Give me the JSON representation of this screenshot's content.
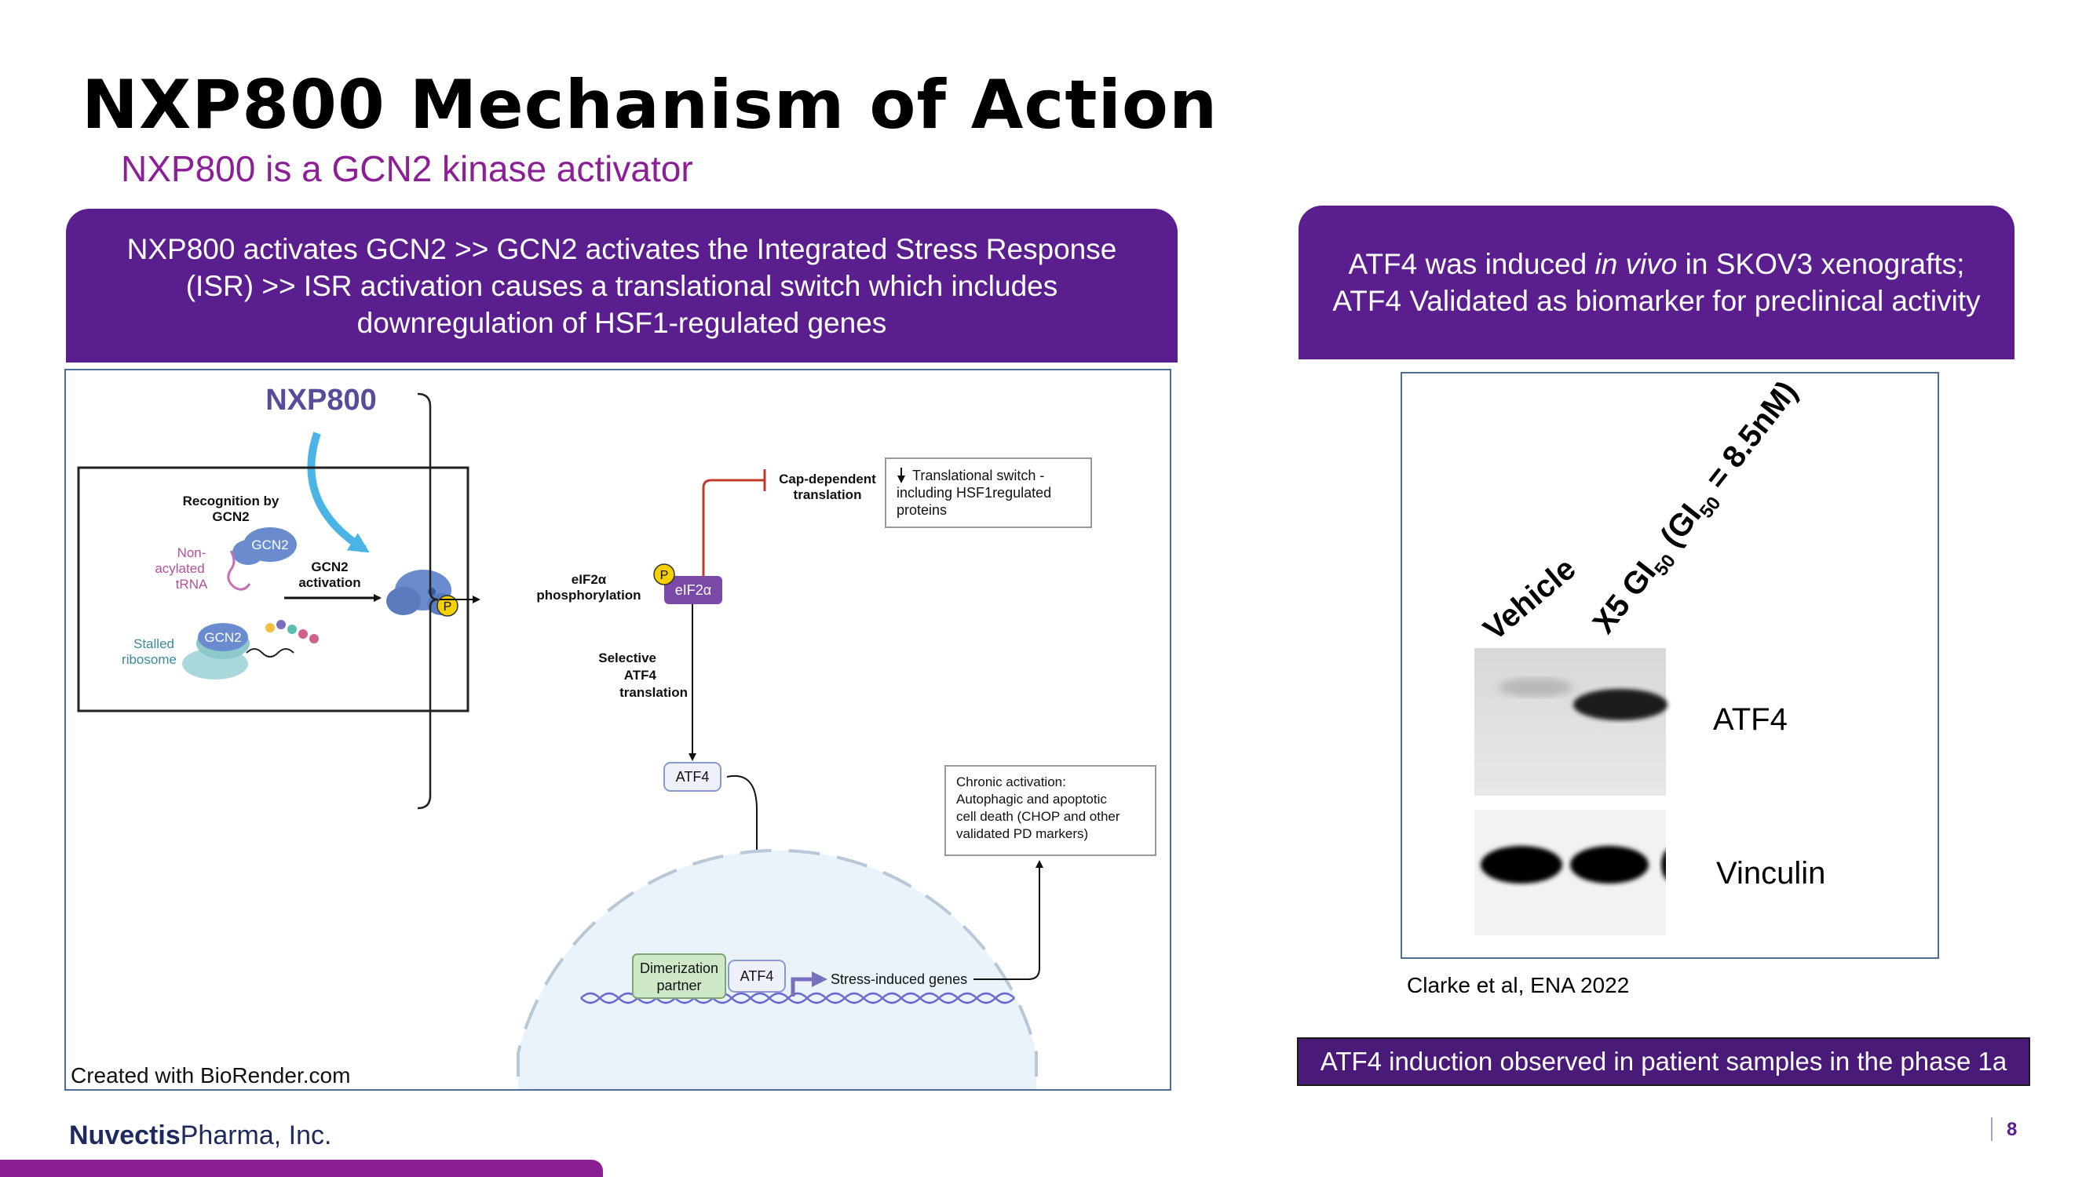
{
  "header": {
    "title": "NXP800 Mechanism of Action",
    "subtitle": "NXP800 is a GCN2 kinase activator"
  },
  "left_banner": {
    "line1": "NXP800 activates GCN2 >> GCN2 activates the Integrated Stress Response",
    "line2": "(ISR) >> ISR activation causes a translational switch which includes",
    "line3": "downregulation of HSF1-regulated genes"
  },
  "right_banner": {
    "line1_a": "ATF4 was induced ",
    "line1_em": "in vivo",
    "line1_b": " in SKOV3 xenografts;",
    "line2": "ATF4 Validated as biomarker for preclinical activity"
  },
  "diagram": {
    "drug": "NXP800",
    "recognition": [
      "Recognition by",
      "GCN2"
    ],
    "gcn2": "GCN2",
    "non_acylated": [
      "Non-",
      "acylated",
      "tRNA"
    ],
    "gcn2_activation": [
      "GCN2",
      "activation"
    ],
    "phospho": "P",
    "stalled_ribosome": [
      "Stalled",
      "ribosome"
    ],
    "eif2a_phosphorylation": [
      "eIF2α",
      "phosphorylation"
    ],
    "eif2a": "eIF2α",
    "cap_dependent": [
      "Cap-dependent",
      "translation"
    ],
    "translational_switch": [
      "Translational switch -",
      "including HSF1regulated",
      "proteins"
    ],
    "selective_atf4": [
      "Selective",
      "ATF4",
      "translation"
    ],
    "atf4": "ATF4",
    "chronic_activation": [
      "Chronic activation:",
      "Autophagic and apoptotic",
      "cell death (CHOP and other",
      "validated PD markers)"
    ],
    "dimerization_partner": [
      "Dimerization",
      "partner"
    ],
    "stress_induced_genes": "Stress-induced genes",
    "credit": "Created with BioRender.com"
  },
  "blot": {
    "lane_vehicle": "Vehicle",
    "lane_x5_prefix": "X5 GI",
    "lane_x5_sub1": "50",
    "lane_x5_mid": " (GI",
    "lane_x5_sub2": "50",
    "lane_x5_suffix": " = 8.5nM)",
    "band_atf4": "ATF4",
    "band_vinculin": "Vinculin"
  },
  "citation": "Clarke et al, ENA 2022",
  "bottom_note": "ATF4 induction observed in patient samples in the phase 1a",
  "footer": {
    "company_bold": "Nuvectis",
    "company_rest": "Pharma, Inc.",
    "page_number": "8"
  },
  "colors": {
    "banner_purple": "#5a1e8e",
    "subtitle_magenta": "#8a1f96",
    "frame_blue": "#4a6e98",
    "gcn2_blue": "#6a8ccf",
    "arrow_cyan": "#4ab4e6",
    "inhibit_red": "#c0392b"
  }
}
